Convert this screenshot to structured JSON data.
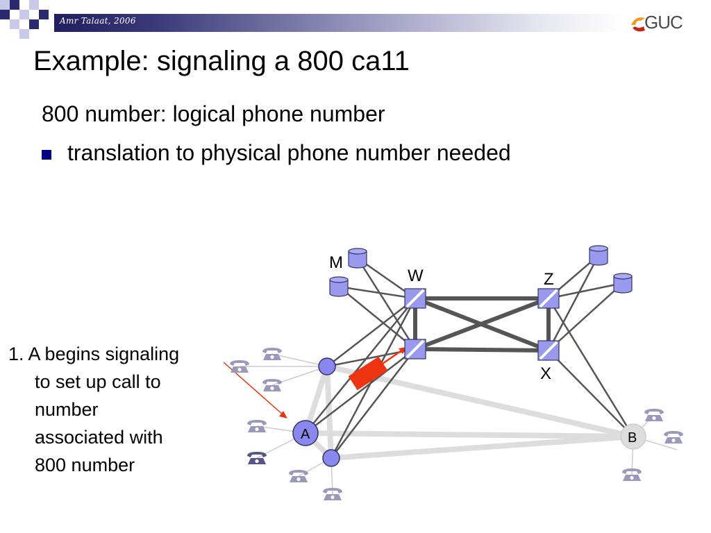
{
  "header": {
    "author": "Amr Talaat, 2006",
    "logo_text": "GUC"
  },
  "slide": {
    "title": "Example: signaling a 800 ca11",
    "line1": "800 number:  logical phone number",
    "bullet": "translation to physical phone number needed"
  },
  "caption": {
    "first": "1. A begins signaling",
    "lines": [
      "to set up call to",
      "number",
      "associated with",
      "800 number"
    ]
  },
  "diagram": {
    "labels": {
      "m": "M",
      "w": "W",
      "z": "Z",
      "x": "X",
      "a": "A",
      "b": "B"
    }
  },
  "colors": {
    "header_dark": "#202060",
    "switch_fill": "#9999ee",
    "node_fill": "#8888ee",
    "link_dark": "#555555",
    "link_light": "#dddddd",
    "arrow_red": "#ee3311",
    "phone_icon": "#9999bb"
  }
}
